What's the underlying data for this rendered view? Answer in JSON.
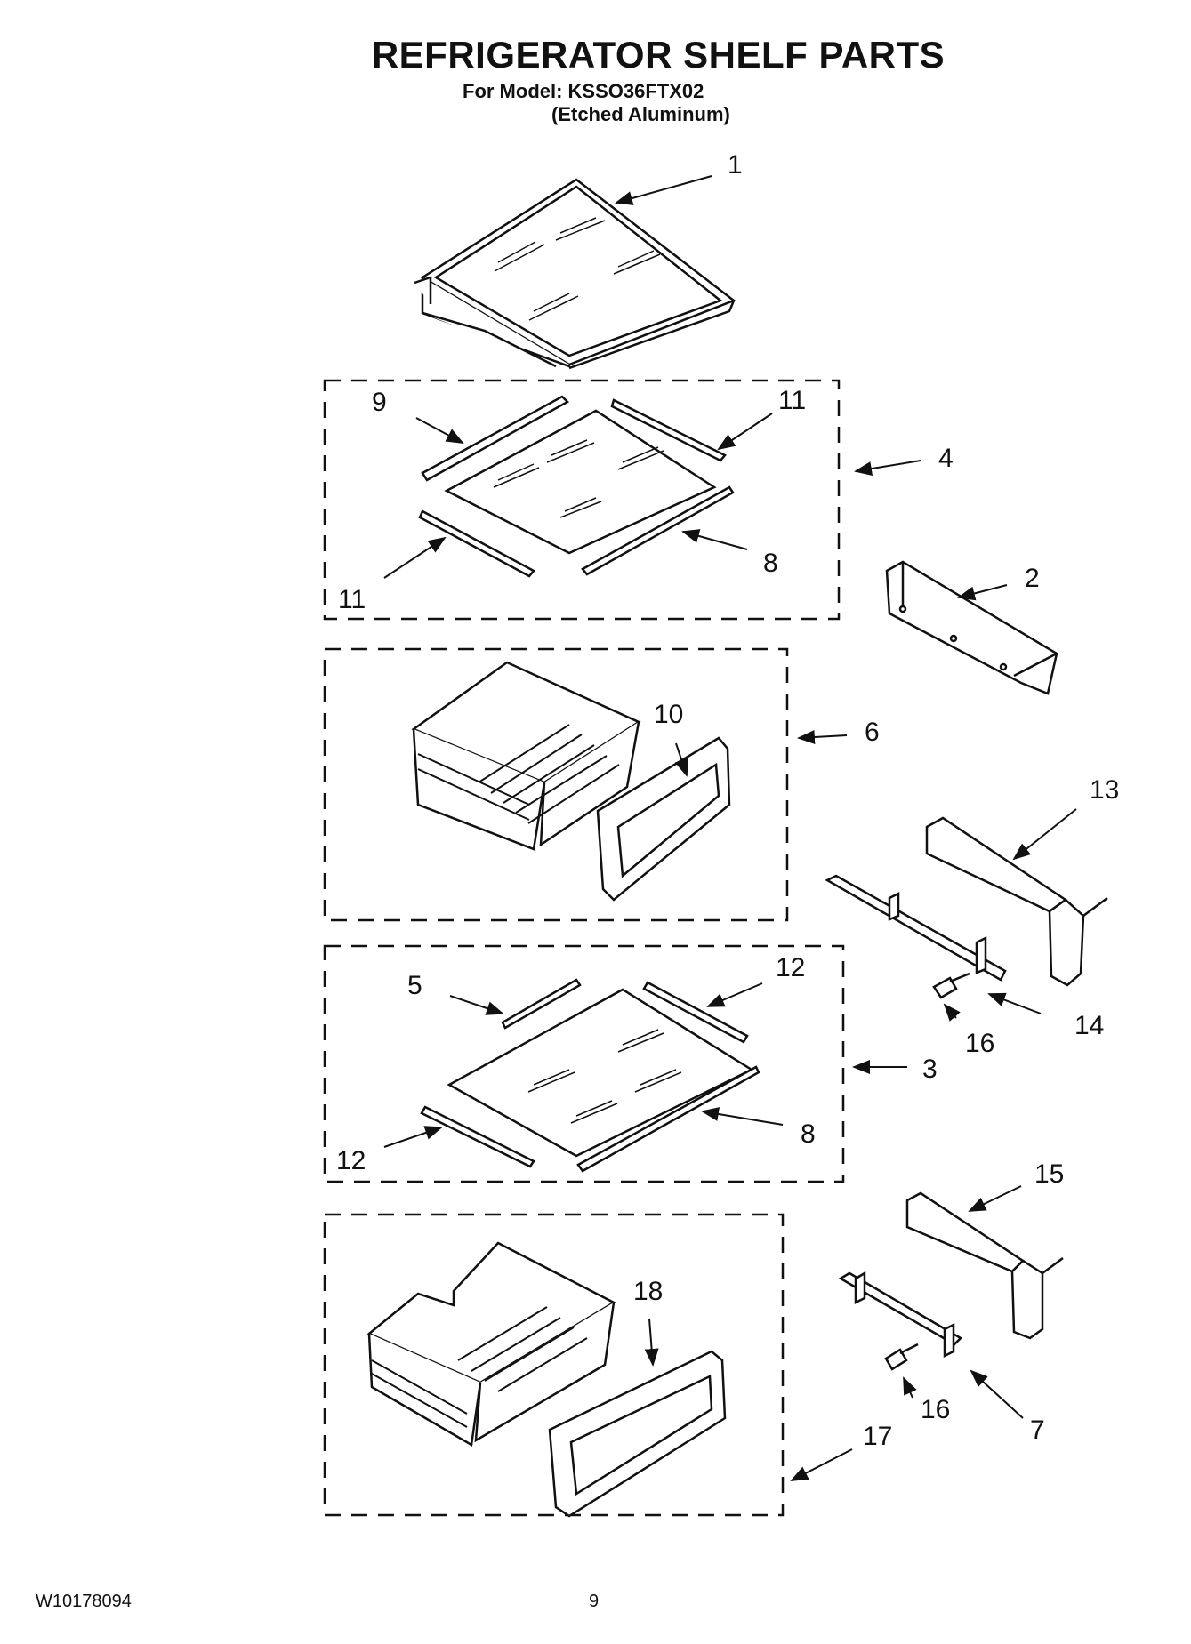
{
  "header": {
    "title": "REFRIGERATOR SHELF PARTS",
    "model_line": "For Model: KSSO36FTX02",
    "finish_line": "(Etched Aluminum)"
  },
  "callouts": {
    "c1": "1",
    "c2": "2",
    "c3": "3",
    "c4": "4",
    "c5": "5",
    "c6": "6",
    "c7": "7",
    "c8a": "8",
    "c8b": "8",
    "c9": "9",
    "c10": "10",
    "c11a": "11",
    "c11b": "11",
    "c12a": "12",
    "c12b": "12",
    "c13": "13",
    "c14": "14",
    "c15": "15",
    "c16a": "16",
    "c16b": "16",
    "c17": "17",
    "c18": "18"
  },
  "footer": {
    "doc_number": "W10178094",
    "page_number": "9"
  }
}
